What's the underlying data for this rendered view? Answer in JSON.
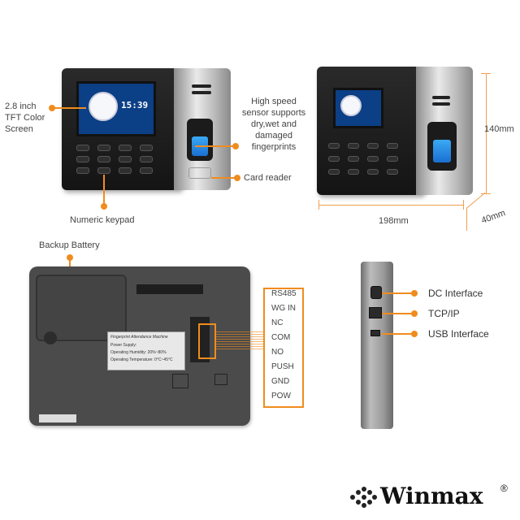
{
  "front_labels": {
    "screen_label_l1": "2.8 inch",
    "screen_label_l2": "TFT Color",
    "screen_label_l3": "Screen",
    "sensor_l1": "High speed",
    "sensor_l2": "sensor supports",
    "sensor_l3": "dry,wet and",
    "sensor_l4": "damaged",
    "sensor_l5": "fingerprints",
    "card_reader": "Card reader",
    "keypad": "Numeric keypad",
    "screen_time": "15:39"
  },
  "dimensions": {
    "width": "198mm",
    "height": "140mm",
    "depth": "40mm"
  },
  "back_labels": {
    "backup_battery": "Backup Battery",
    "sticker_title": "Fingerprint Attendance Machine",
    "sticker_power": "Power Supply:",
    "sticker_humidity": "Operating Humidity: 20%~80%",
    "sticker_temp": "Operating Temperature: 0°C~45°C",
    "terminals": [
      "RS485",
      "WG IN",
      "NC",
      "COM",
      "NO",
      "PUSH",
      "GND",
      "POW"
    ]
  },
  "side_labels": {
    "dc": "DC Interface",
    "tcp": "TCP/IP",
    "usb": "USB Interface"
  },
  "brand": {
    "name": "Winmax",
    "reg": "®"
  },
  "colors": {
    "accent": "#f08c1e"
  }
}
